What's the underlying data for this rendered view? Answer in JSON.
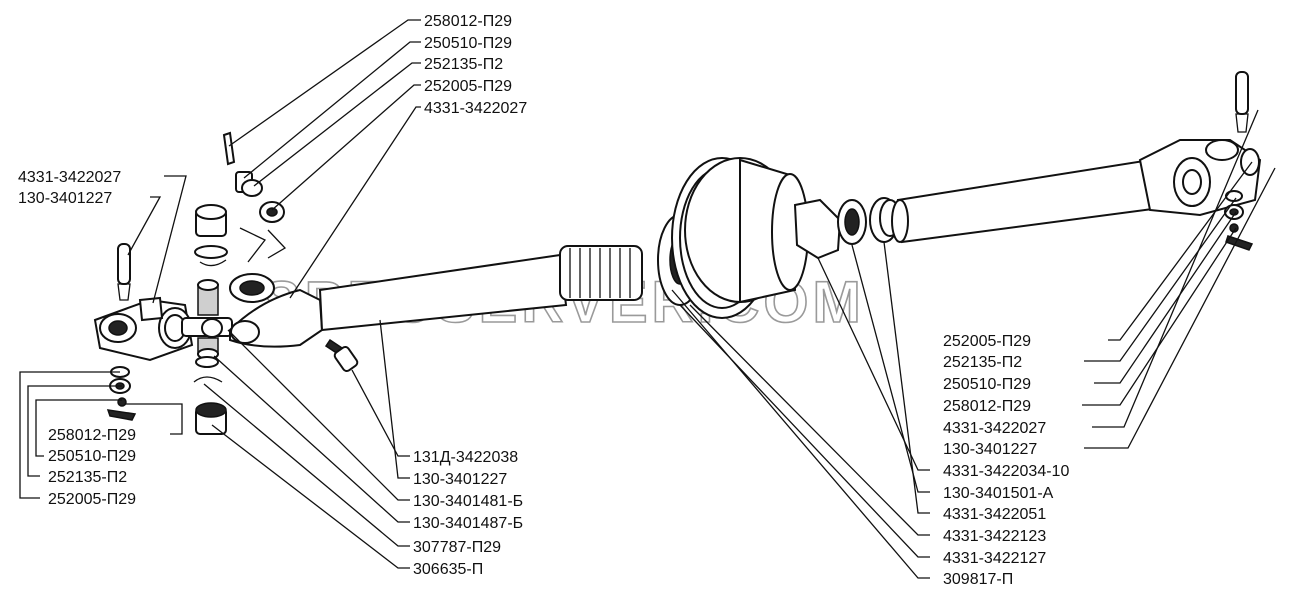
{
  "watermark": "SPECSERVER.COM",
  "labels_top": [
    "258012-П29",
    "250510-П29",
    "252135-П2",
    "252005-П29",
    "4331-3422027"
  ],
  "labels_left_top": [
    "4331-3422027",
    "130-3401227"
  ],
  "labels_left_bottom": [
    "258012-П29",
    "250510-П29",
    "252135-П2",
    "252005-П29"
  ],
  "labels_center": [
    "131Д-3422038",
    "130-3401227",
    "130-3401481-Б",
    "130-3401487-Б",
    "307787-П29",
    "306635-П"
  ],
  "labels_right": [
    "252005-П29",
    "252135-П2",
    "250510-П29",
    "258012-П29",
    "4331-3422027",
    "130-3401227",
    "4331-3422034-10",
    "130-3401501-А",
    "4331-3422051",
    "4331-3422123",
    "4331-3422127",
    "309817-П"
  ]
}
